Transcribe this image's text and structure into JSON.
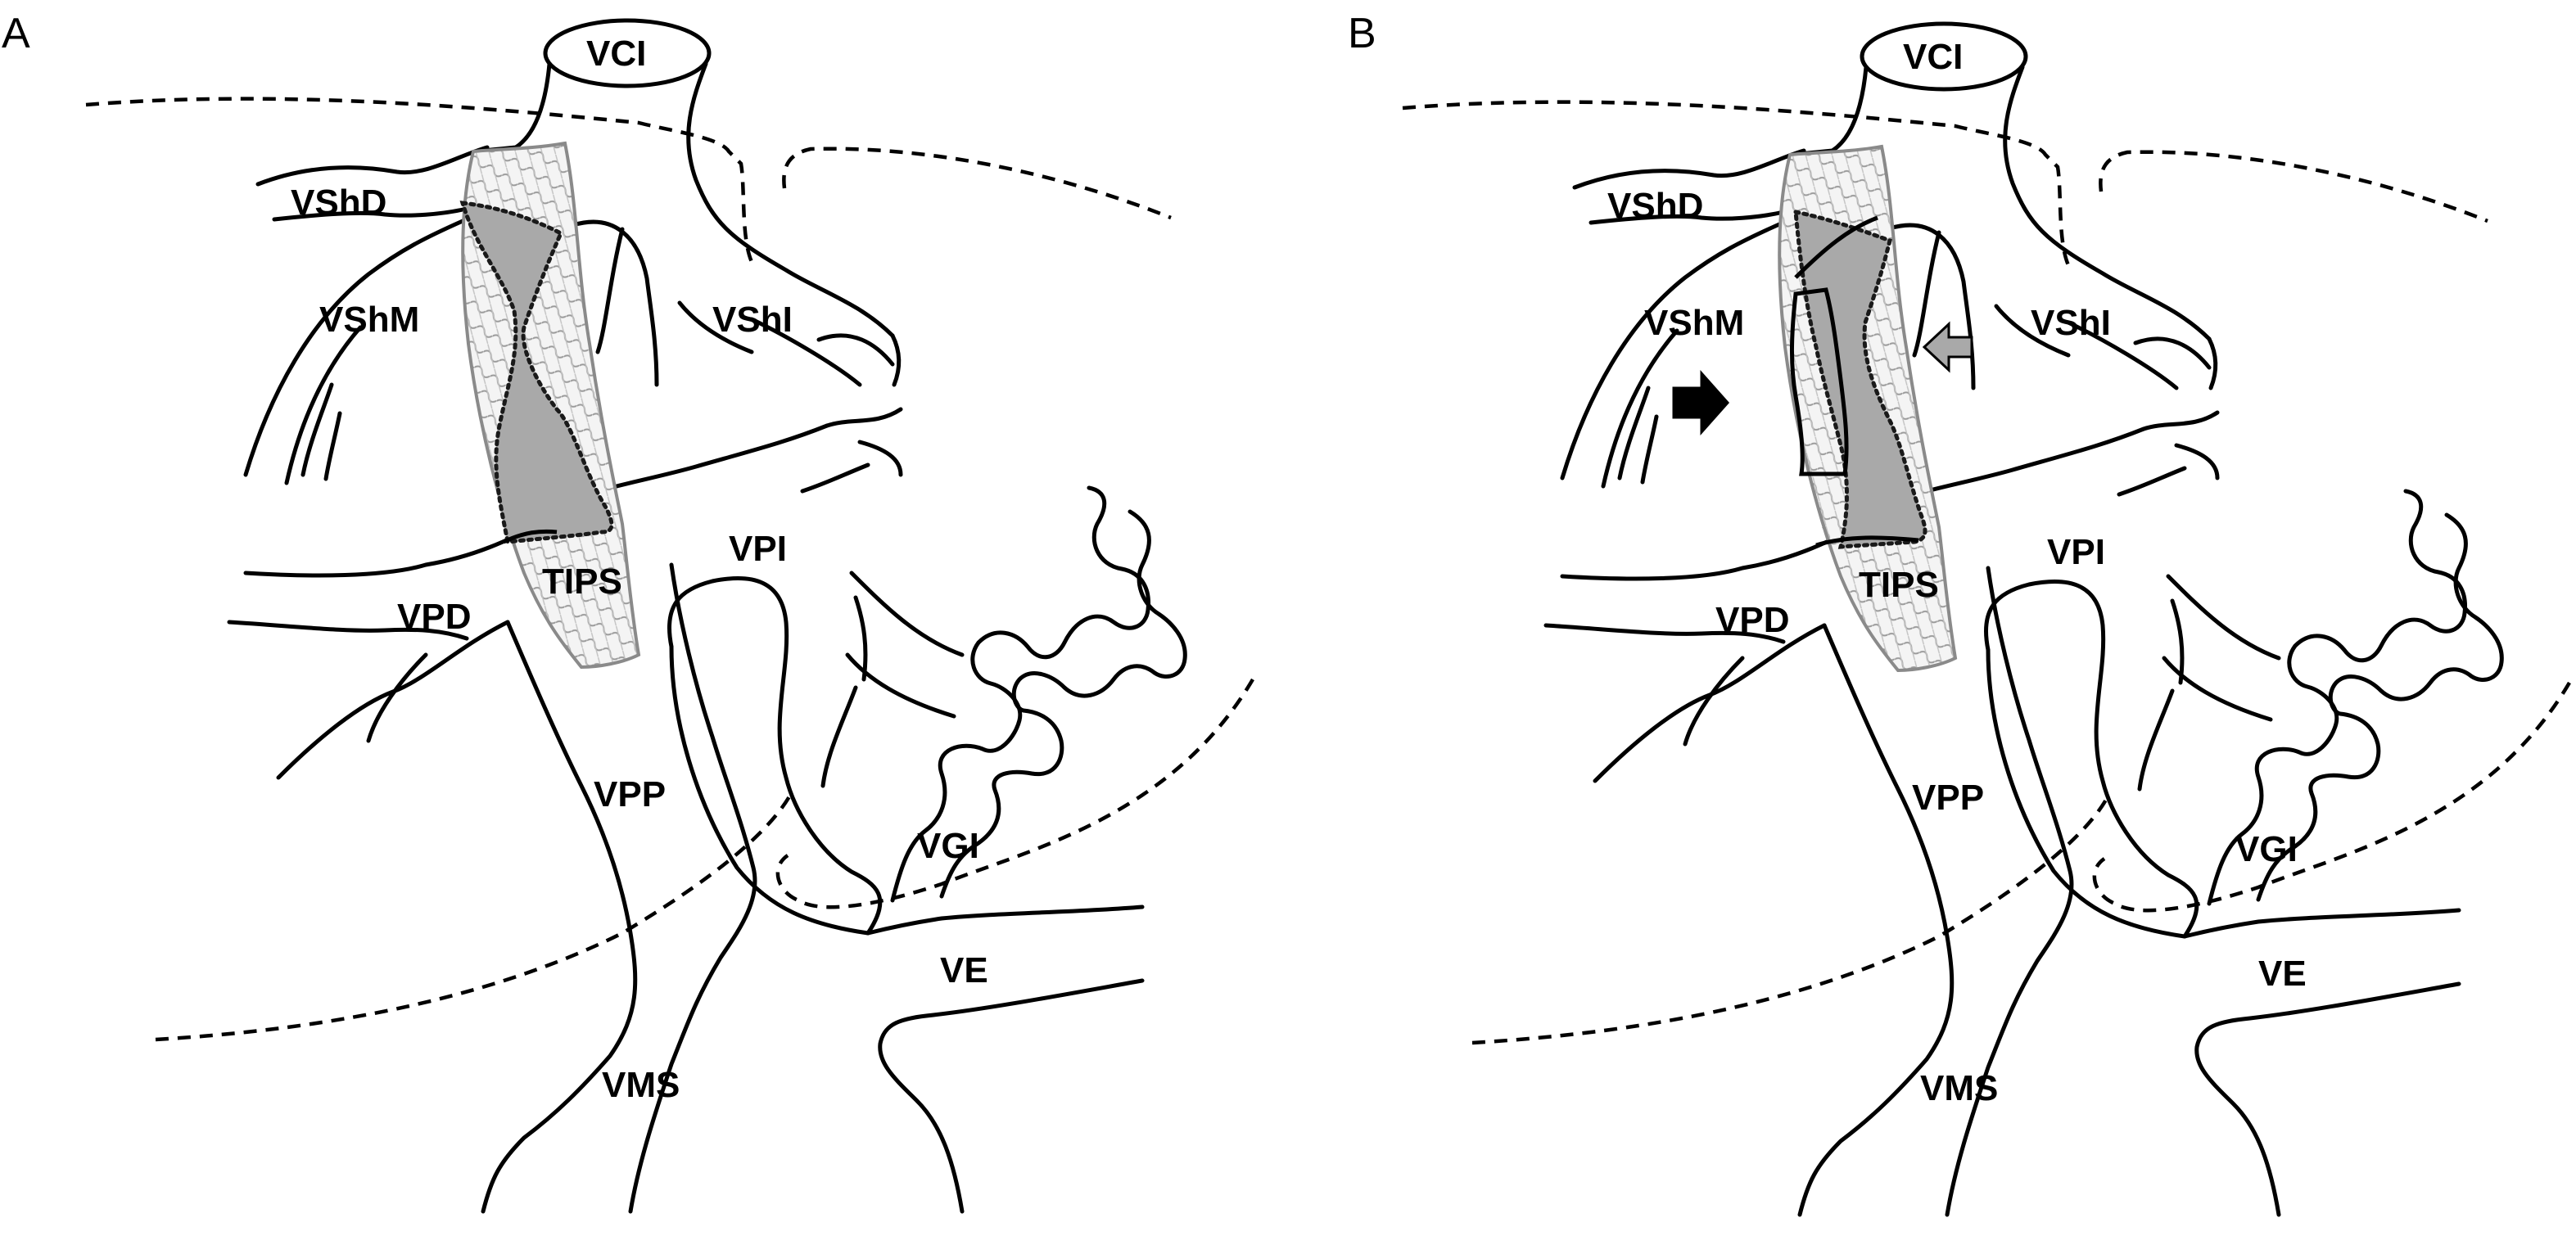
{
  "panels": [
    {
      "id": "A",
      "letter": "A",
      "labels": {
        "vci": "VCI",
        "vshd": "VShD",
        "vshm": "VShM",
        "vshi": "VShI",
        "tips": "TIPS",
        "vpi": "VPI",
        "vpd": "VPD",
        "vpp": "VPP",
        "vgi": "VGI",
        "ve": "VE",
        "vms": "VMS"
      }
    },
    {
      "id": "B",
      "letter": "B",
      "labels": {
        "vci": "VCI",
        "vshd": "VShD",
        "vshm": "VShM",
        "vshi": "VShI",
        "tips": "TIPS",
        "vpi": "VPI",
        "vpd": "VPD",
        "vpp": "VPP",
        "vgi": "VGI",
        "ve": "VE",
        "vms": "VMS"
      },
      "arrows": [
        {
          "name": "black-arrow",
          "color": "#000000",
          "direction": "right"
        },
        {
          "name": "gray-arrow",
          "color": "#a9a9a9",
          "direction": "left"
        }
      ]
    }
  ],
  "colors": {
    "outline": "#000000",
    "thrombus_fill": "#a9a9a9",
    "stent_mesh": "#8a8a8a",
    "background": "#ffffff"
  }
}
